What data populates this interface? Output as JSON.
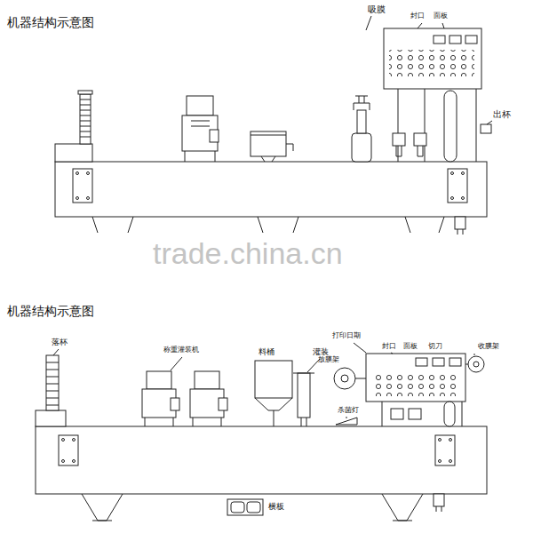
{
  "diagram": {
    "labels": [
      "机器结构示意图",
      "吸膜",
      "封口",
      "面板",
      "出杯",
      "trade.china.cn",
      "机器结构示意图",
      "落杯",
      "称重灌装机",
      "料桶",
      "灌装",
      "打印日期",
      "封口",
      "面板",
      "切刀",
      "收膜架",
      "放膜架",
      "杀菌灯",
      "横板"
    ]
  }
}
